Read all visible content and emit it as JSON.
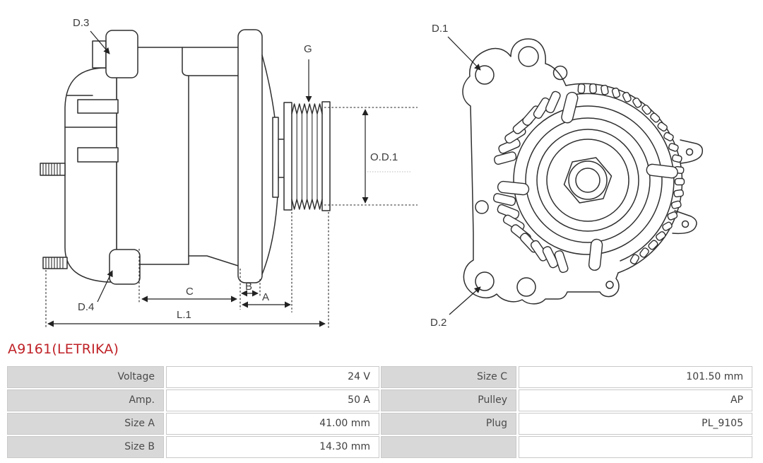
{
  "header": {
    "product_code": "A9161(LETRIKA)"
  },
  "colors": {
    "accent_red": "#bf2227",
    "line": "#2f2f2f",
    "table_label_bg": "#d8d8d8",
    "table_border": "#c9c9c9"
  },
  "side_view": {
    "labels": {
      "d3": "D.3",
      "d4": "D.4",
      "g": "G",
      "od1": "O.D.1",
      "c": "C",
      "b": "B",
      "a": "A",
      "l1": "L.1"
    }
  },
  "front_view": {
    "labels": {
      "d1": "D.1",
      "d2": "D.2"
    }
  },
  "spec_table": {
    "columns": [
      {
        "rows": [
          {
            "label": "Voltage",
            "value": "24 V"
          },
          {
            "label": "Amp.",
            "value": "50 A"
          },
          {
            "label": "Size A",
            "value": "41.00 mm"
          },
          {
            "label": "Size B",
            "value": "14.30 mm"
          }
        ]
      },
      {
        "rows": [
          {
            "label": "Size C",
            "value": "101.50 mm"
          },
          {
            "label": "Pulley",
            "value": "AP"
          },
          {
            "label": "Plug",
            "value": "PL_9105"
          },
          {
            "label": "",
            "value": ""
          }
        ]
      }
    ]
  }
}
